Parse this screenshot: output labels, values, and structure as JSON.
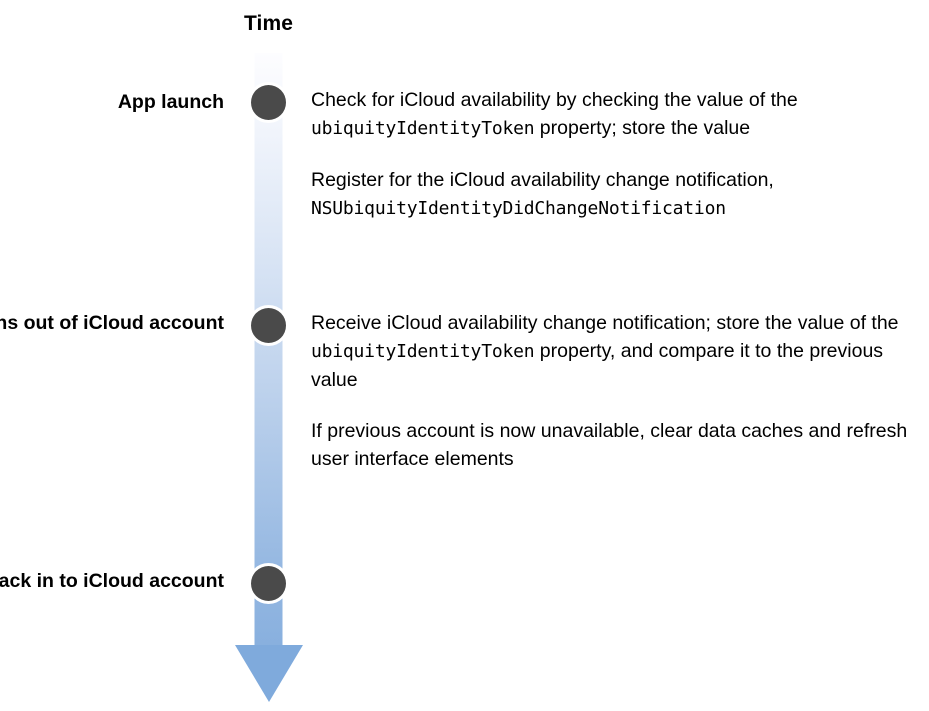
{
  "figure": {
    "axis_heading": "Time",
    "accent_top_color": "#fbfcff",
    "accent_bottom_color": "#7faadc",
    "node_color": "#4a4a4a",
    "background_color": "#ffffff"
  },
  "axis": {
    "arrow_icon": "down-arrow-icon",
    "direction": "downward"
  },
  "events": [
    {
      "id": "app-launch",
      "label": "App launch",
      "node_icon": "timeline-node-icon",
      "steps": [
        {
          "parts": [
            {
              "type": "text",
              "value": "Check for iCloud availability by checking the value of the "
            },
            {
              "type": "code",
              "value": "ubiquityIdentityToken"
            },
            {
              "type": "text",
              "value": " property; store the value"
            }
          ]
        },
        {
          "parts": [
            {
              "type": "text",
              "value": "Register for the iCloud availability change notification, "
            },
            {
              "type": "code",
              "value": "NSUbiquityIdentityDidChangeNotification"
            }
          ]
        }
      ]
    },
    {
      "id": "user-signs-out",
      "label": "User signs out of iCloud account",
      "node_icon": "timeline-node-icon",
      "steps": [
        {
          "parts": [
            {
              "type": "text",
              "value": "Receive iCloud availability change notification; store the value of the "
            },
            {
              "type": "code",
              "value": "ubiquityIdentityToken"
            },
            {
              "type": "text",
              "value": " property, and compare it to the previous value"
            }
          ]
        },
        {
          "parts": [
            {
              "type": "text",
              "value": "If previous account is now unavailable, clear data caches and refresh user interface elements"
            }
          ]
        }
      ]
    },
    {
      "id": "user-signs-back-in",
      "label": "User signs back in to iCloud account",
      "node_icon": "timeline-node-icon",
      "steps": []
    }
  ]
}
